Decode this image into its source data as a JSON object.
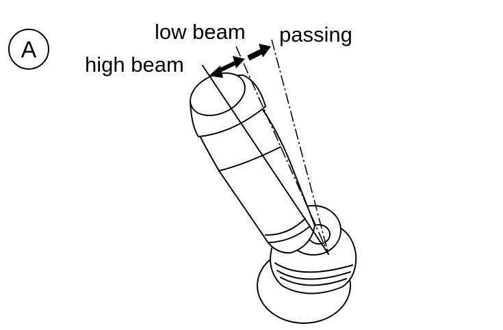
{
  "figure": {
    "marker": "A",
    "labels": {
      "low_beam": "low beam",
      "passing": "passing",
      "high_beam": "high beam"
    }
  }
}
